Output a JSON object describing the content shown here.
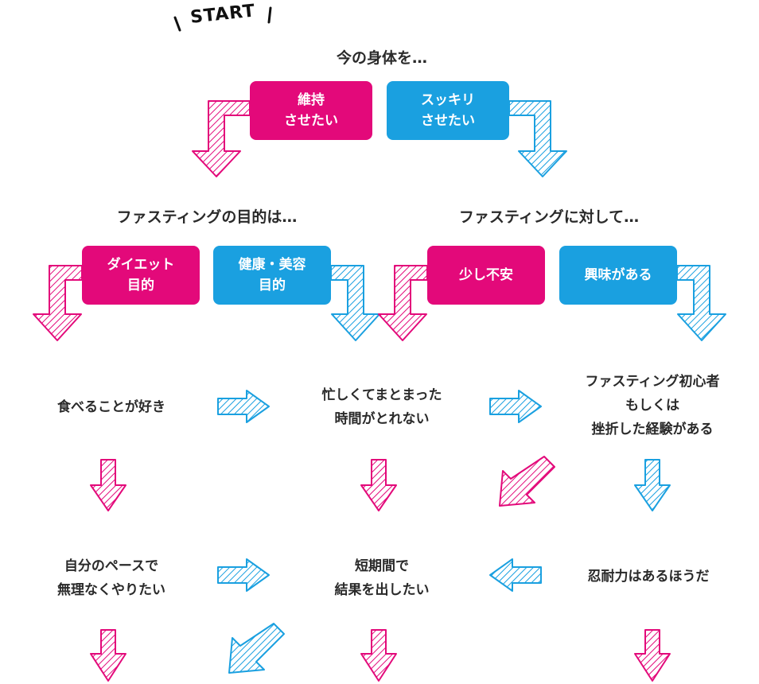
{
  "start": "START",
  "headings": {
    "q1": "今の身体を…",
    "left": "ファスティングの目的は…",
    "right": "ファスティングに対して…"
  },
  "choices": {
    "maintain": "維持\nさせたい",
    "refresh": "スッキリ\nさせたい",
    "diet": "ダイエット\n目的",
    "health": "健康・美容\n目的",
    "anxious": "少し不安",
    "interested": "興味がある"
  },
  "rows": {
    "r1c1": "食べることが好き",
    "r1c2": "忙しくてまとまった\n時間がとれない",
    "r1c3": "ファスティング初心者\nもしくは\n挫折した経験がある",
    "r2c1": "自分のペースで\n無理なくやりたい",
    "r2c2": "短期間で\n結果を出したい",
    "r2c3": "忍耐力はあるほうだ"
  },
  "colors": {
    "pink": "#e3097a",
    "blue": "#1aa0e0"
  },
  "arrows": [
    {
      "name": "maintain-arrow",
      "color": "pink",
      "shape": "elbow-left"
    },
    {
      "name": "refresh-arrow",
      "color": "blue",
      "shape": "elbow-right"
    },
    {
      "name": "diet-arrow",
      "color": "pink",
      "shape": "elbow-left"
    },
    {
      "name": "health-arrow",
      "color": "blue",
      "shape": "elbow-right"
    },
    {
      "name": "anxious-arrow",
      "color": "pink",
      "shape": "elbow-left"
    },
    {
      "name": "interested-arrow",
      "color": "blue",
      "shape": "elbow-right"
    },
    {
      "name": "r1-right-arrow-1",
      "color": "blue",
      "shape": "right"
    },
    {
      "name": "r1-right-arrow-2",
      "color": "blue",
      "shape": "right"
    },
    {
      "name": "r1c1-down-arrow",
      "color": "pink",
      "shape": "down"
    },
    {
      "name": "r1c2-down-arrow",
      "color": "pink",
      "shape": "down"
    },
    {
      "name": "r1c3-diag-arrow",
      "color": "pink",
      "shape": "diag-down-left"
    },
    {
      "name": "r1c3-down-arrow",
      "color": "blue",
      "shape": "down"
    },
    {
      "name": "r2-right-arrow",
      "color": "blue",
      "shape": "right"
    },
    {
      "name": "r2-left-arrow",
      "color": "blue",
      "shape": "left"
    },
    {
      "name": "r2c1-down-arrow",
      "color": "pink",
      "shape": "down"
    },
    {
      "name": "r2c1-diag-arrow",
      "color": "blue",
      "shape": "diag-down-left"
    },
    {
      "name": "r2c2-down-arrow",
      "color": "pink",
      "shape": "down"
    },
    {
      "name": "r2c3-down-arrow",
      "color": "pink",
      "shape": "down"
    }
  ]
}
